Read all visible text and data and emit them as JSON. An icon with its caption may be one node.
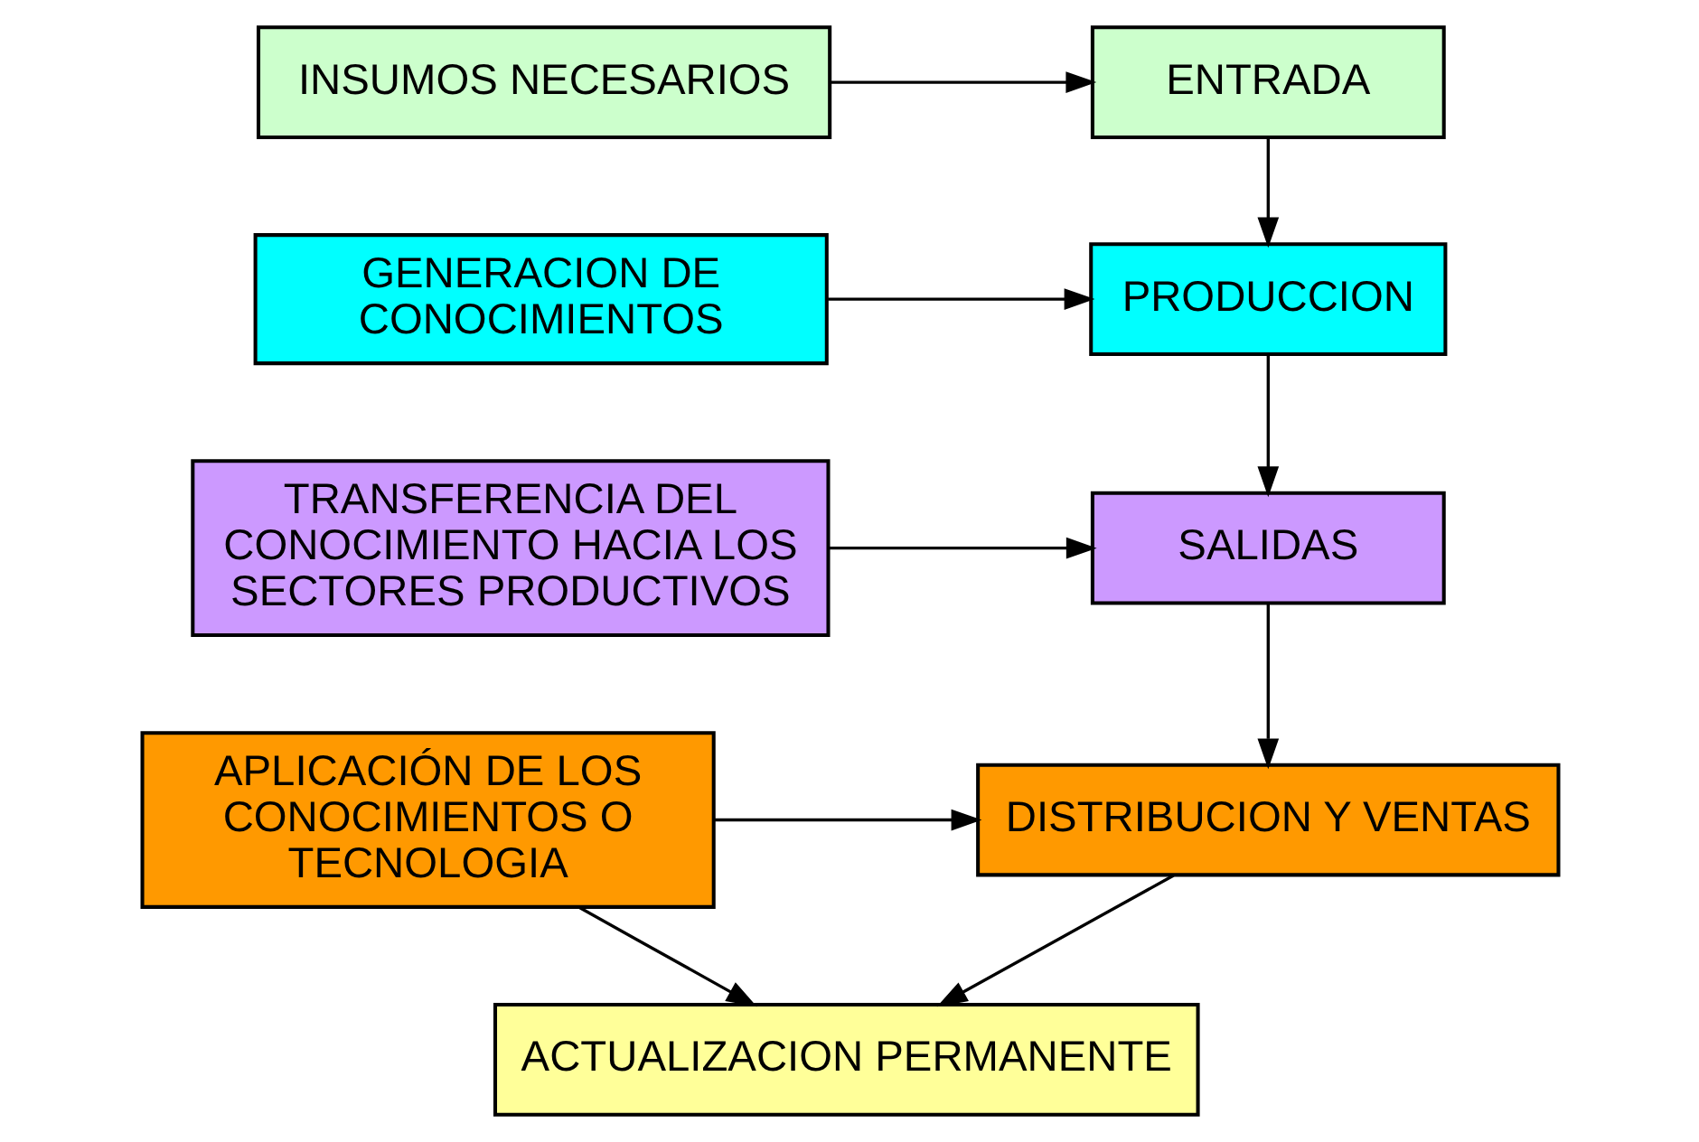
{
  "diagram": {
    "nodes": [
      {
        "text": [
          "ENTRADA"
        ]
      },
      {
        "text": [
          "INSUMOS NECESARIOS"
        ]
      },
      {
        "text": [
          "PRODUCCION"
        ]
      },
      {
        "text": [
          "GENERACION DE CONOCIMIENTOS"
        ]
      },
      {
        "text": [
          "SALIDAS"
        ]
      },
      {
        "text": [
          "TRANSFERENCIA DEL CONOCIMIENTO HACIA LOS SECTORES PRODUCTIVOS"
        ]
      },
      {
        "text": [
          "DISTRIBUCION Y VENTAS"
        ]
      },
      {
        "text": [
          "APLICACIÓN DE LOS CONOCIMIENTOS O TECNOLOGIA"
        ]
      },
      {
        "text": [
          "ACTUALIZACION PERMANENTE"
        ]
      }
    ],
    "edges": [
      {
        "from": 1,
        "to": 0,
        "arrow": "to"
      },
      {
        "from": 0,
        "to": 2,
        "arrow": "to"
      },
      {
        "from": 3,
        "to": 2,
        "arrow": "to"
      },
      {
        "from": 2,
        "to": 4,
        "arrow": "to"
      },
      {
        "from": 5,
        "to": 4,
        "arrow": "to"
      },
      {
        "from": 4,
        "to": 6,
        "arrow": "to"
      },
      {
        "from": 7,
        "to": 6,
        "arrow": "to"
      },
      {
        "from": 6,
        "to": 8,
        "arrow": "to"
      },
      {
        "from": 7,
        "to": 8,
        "arrow": "to"
      }
    ]
  }
}
